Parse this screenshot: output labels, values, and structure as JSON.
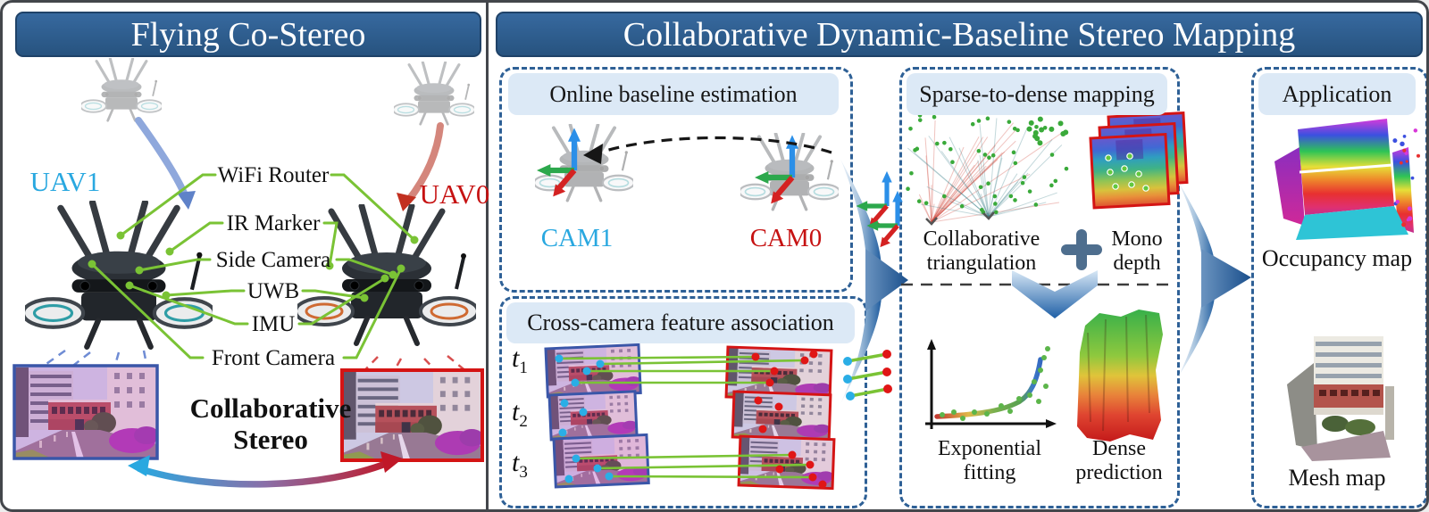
{
  "figure": {
    "left_panel": {
      "title": "Flying Co-Stereo",
      "uav1_label": "UAV1",
      "uav0_label": "UAV0",
      "components": [
        "WiFi Router",
        "IR Marker",
        "Side Camera",
        "UWB",
        "IMU",
        "Front Camera"
      ],
      "collaborative_stereo": "Collaborative\nStereo"
    },
    "right_panel": {
      "title": "Collaborative Dynamic-Baseline Stereo Mapping",
      "online_baseline": {
        "title": "Online baseline estimation",
        "cam1_label": "CAM1",
        "cam0_label": "CAM0"
      },
      "cross_camera": {
        "title": "Cross-camera feature association",
        "t_labels": [
          {
            "base": "t",
            "sub": "1"
          },
          {
            "base": "t",
            "sub": "2"
          },
          {
            "base": "t",
            "sub": "3"
          }
        ]
      },
      "sparse_to_dense": {
        "title": "Sparse-to-dense mapping",
        "collab_triangulation": "Collaborative\ntriangulation",
        "plus": "+",
        "mono_depth": "Mono\ndepth",
        "exponential_fitting": "Exponential\nfitting",
        "dense_prediction": "Dense\nprediction"
      },
      "application": {
        "title": "Application",
        "occupancy_label": "Occupancy map",
        "mesh_label": "Mesh map"
      }
    },
    "colors": {
      "title_bar_blue": "#2d5f93",
      "header_pill_blue": "#dce9f6",
      "dashed_border_blue": "#2e6096",
      "uav1_cyan": "#29a8e0",
      "uav0_red": "#c61212",
      "feature_green": "#7ac335",
      "arrow_blue": "#1f5c9e",
      "plus_slate": "#4e6e8e"
    }
  }
}
